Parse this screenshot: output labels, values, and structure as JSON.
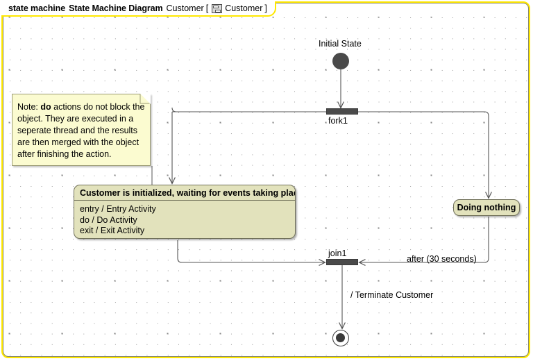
{
  "diagram": {
    "header": {
      "keyword": "state machine",
      "type_label": "State Machine Diagram",
      "context_name": "Customer",
      "bracket_open": "[",
      "bracket_close": "]",
      "classifier_name": "Customer",
      "classifier_icon": "state-machine-icon",
      "frame_color": "#ffe800"
    },
    "colors": {
      "state_fill": "#e2e2bc",
      "state_border": "#6f6f58",
      "note_fill": "#fbfbd0",
      "note_border": "#9a9a74",
      "pseudostate_fill": "#4a4a4a",
      "connector": "#555555",
      "canvas": "#ffffff"
    },
    "nodes": {
      "initial_state": {
        "label": "Initial State",
        "kind": "initial-pseudostate"
      },
      "fork": {
        "label": "fork1",
        "kind": "fork-pseudostate"
      },
      "join": {
        "label": "join1",
        "kind": "join-pseudostate"
      },
      "main_state": {
        "title": "Customer is initialized, waiting for events taking place",
        "activities": [
          "entry / Entry Activity",
          "do / Do Activity",
          "exit / Exit Activity"
        ]
      },
      "doing_nothing_state": {
        "title": "Doing nothing"
      },
      "final_state": {
        "kind": "final-state"
      }
    },
    "note": {
      "prefix": "Note: ",
      "emphasis": "do",
      "body": " actions do not block the object. They are executed in a seperate thread and the results are then merged with the object after finishing the action."
    },
    "transitions": [
      {
        "from": "initial_state",
        "to": "fork",
        "label": ""
      },
      {
        "from": "fork",
        "to": "main_state",
        "label": ""
      },
      {
        "from": "fork",
        "to": "doing_nothing_state",
        "label": ""
      },
      {
        "from": "main_state",
        "to": "join",
        "label": ""
      },
      {
        "from": "doing_nothing_state",
        "to": "join",
        "label": "after (30 seconds)"
      },
      {
        "from": "join",
        "to": "final_state",
        "label": "/ Terminate Customer"
      }
    ],
    "edge_labels": {
      "after_30_seconds": "after (30 seconds)",
      "terminate_customer": "/ Terminate Customer"
    }
  }
}
